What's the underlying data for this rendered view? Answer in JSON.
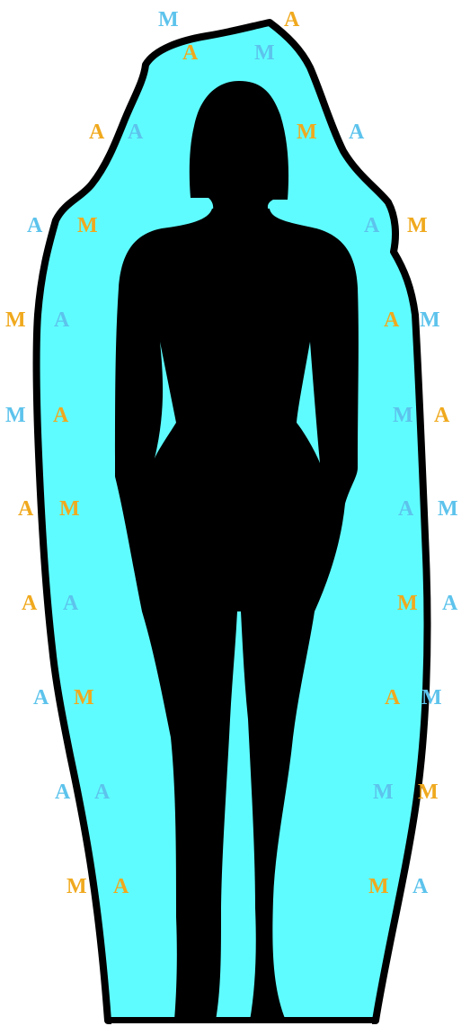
{
  "colors": {
    "aura_fill": "#5ffcff",
    "aura_outline": "#000000",
    "silhouette": "#000000",
    "letter_orange": "#f0a91e",
    "letter_blue": "#5dc3ec",
    "background": "#ffffff"
  },
  "letters": [
    {
      "text": "M",
      "color": "blue"
    },
    {
      "text": "A",
      "color": "orange"
    },
    {
      "text": "A",
      "color": "orange"
    },
    {
      "text": "M",
      "color": "blue"
    },
    {
      "text": "A",
      "color": "orange"
    },
    {
      "text": "A",
      "color": "blue"
    },
    {
      "text": "M",
      "color": "orange"
    },
    {
      "text": "A",
      "color": "blue"
    },
    {
      "text": "A",
      "color": "blue"
    },
    {
      "text": "M",
      "color": "orange"
    },
    {
      "text": "A",
      "color": "blue"
    },
    {
      "text": "M",
      "color": "orange"
    },
    {
      "text": "M",
      "color": "orange"
    },
    {
      "text": "A",
      "color": "blue"
    },
    {
      "text": "A",
      "color": "orange"
    },
    {
      "text": "M",
      "color": "blue"
    },
    {
      "text": "M",
      "color": "blue"
    },
    {
      "text": "A",
      "color": "orange"
    },
    {
      "text": "M",
      "color": "blue"
    },
    {
      "text": "A",
      "color": "orange"
    },
    {
      "text": "A",
      "color": "orange"
    },
    {
      "text": "M",
      "color": "orange"
    },
    {
      "text": "A",
      "color": "blue"
    },
    {
      "text": "M",
      "color": "blue"
    },
    {
      "text": "A",
      "color": "orange"
    },
    {
      "text": "A",
      "color": "blue"
    },
    {
      "text": "M",
      "color": "orange"
    },
    {
      "text": "A",
      "color": "blue"
    },
    {
      "text": "A",
      "color": "blue"
    },
    {
      "text": "M",
      "color": "orange"
    },
    {
      "text": "A",
      "color": "orange"
    },
    {
      "text": "M",
      "color": "blue"
    },
    {
      "text": "A",
      "color": "blue"
    },
    {
      "text": "A",
      "color": "blue"
    },
    {
      "text": "M",
      "color": "blue"
    },
    {
      "text": "M",
      "color": "orange"
    },
    {
      "text": "M",
      "color": "orange"
    },
    {
      "text": "A",
      "color": "orange"
    },
    {
      "text": "M",
      "color": "orange"
    },
    {
      "text": "A",
      "color": "blue"
    }
  ]
}
